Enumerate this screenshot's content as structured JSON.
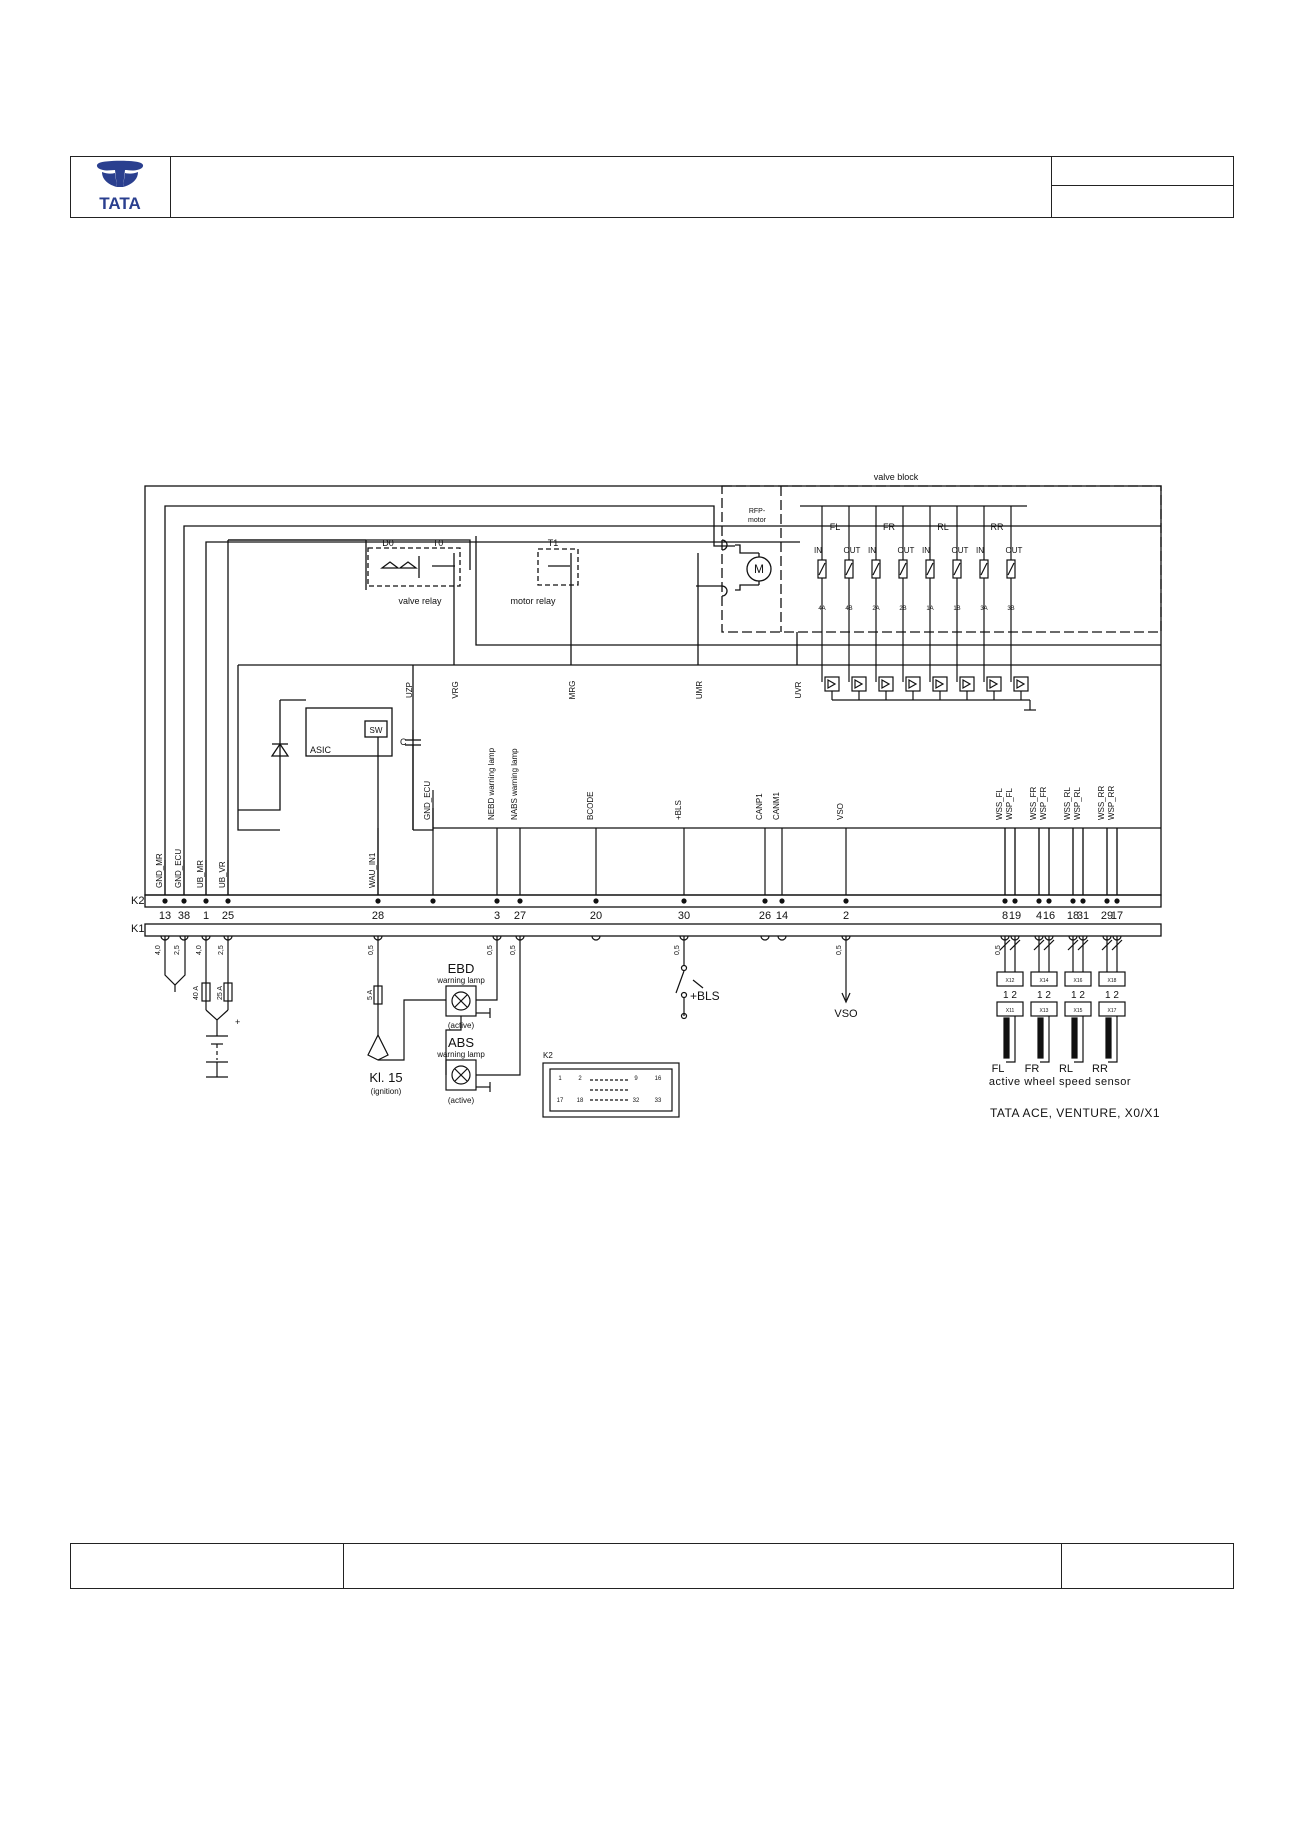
{
  "brand": {
    "logo_text": "TATA",
    "color": "#2a3f8f"
  },
  "diagram": {
    "valve_block_title": "valve block",
    "rfp_motor_label_1": "RFP-",
    "rfp_motor_label_2": "motor",
    "motor_symbol": "M",
    "d0": "D0",
    "t0": "T0",
    "t1": "T1",
    "valve_relay": "valve relay",
    "motor_relay": "motor relay",
    "asic": "ASIC",
    "sw": "SW",
    "cap": "C",
    "wheels": [
      "FL",
      "FR",
      "RL",
      "RR"
    ],
    "valve_in": "IN",
    "valve_out": "OUT",
    "valve_numbers": [
      "4A",
      "4B",
      "2A",
      "2B",
      "1A",
      "1B",
      "3A",
      "3B"
    ],
    "internal_signals": [
      "UZP",
      "VRG",
      "MRG",
      "UMR",
      "UVR"
    ],
    "bottom_signals": [
      "GND_MR",
      "GND_ECU",
      "UB_MR",
      "UB_VR",
      "GND_ECU",
      "WAU_IN1",
      "NEBD warning lamp",
      "NABS warning lamp",
      "BCODE",
      "+BLS",
      "CANP1",
      "CANM1",
      "VSO",
      "WSS_FL",
      "WSP_FL",
      "WSS_FR",
      "WSP_FR",
      "WSS_RL",
      "WSP_RL",
      "WSS_RR",
      "WSP_RR"
    ],
    "k2_label": "K2",
    "k1_label": "K1",
    "pins": [
      "13",
      "38",
      "1",
      "25",
      "28",
      "3",
      "27",
      "20",
      "30",
      "26",
      "14",
      "2",
      "8",
      "19",
      "4",
      "16",
      "18",
      "31",
      "29",
      "17"
    ],
    "wire_sizes": [
      "4,0",
      "2,5",
      "4,0",
      "2,5",
      "0,5",
      "0,5",
      "0,5",
      "0,5",
      "0,5",
      "0,5"
    ],
    "fuse_40": "40 A",
    "fuse_25": "25 A",
    "fuse_5": "5 A",
    "battery_plus": "+",
    "ebd_lamp": "EBD",
    "abs_lamp": "ABS",
    "warning_lamp": "warning lamp",
    "active": "(active)",
    "kl15": "Kl. 15",
    "ignition": "(ignition)",
    "bls": "+BLS",
    "vso": "VSO",
    "k2_connector": "K2",
    "k2_pins": [
      "1",
      "2",
      "9",
      "16",
      "17",
      "18",
      "32",
      "33"
    ],
    "sensor_pin_numbers": [
      "1 2",
      "1 2",
      "1 2",
      "1 2"
    ],
    "sensor_codes_top": [
      "X12",
      "X14",
      "X16",
      "X18"
    ],
    "sensor_codes_bottom": [
      "X11",
      "X13",
      "X15",
      "X17"
    ],
    "sensor_wheel_tags": [
      "FL",
      "FR",
      "RL",
      "RR"
    ],
    "sensor_caption": "active  wheel  speed  sensor",
    "model_caption": "TATA ACE, VENTURE, X0/X1"
  }
}
